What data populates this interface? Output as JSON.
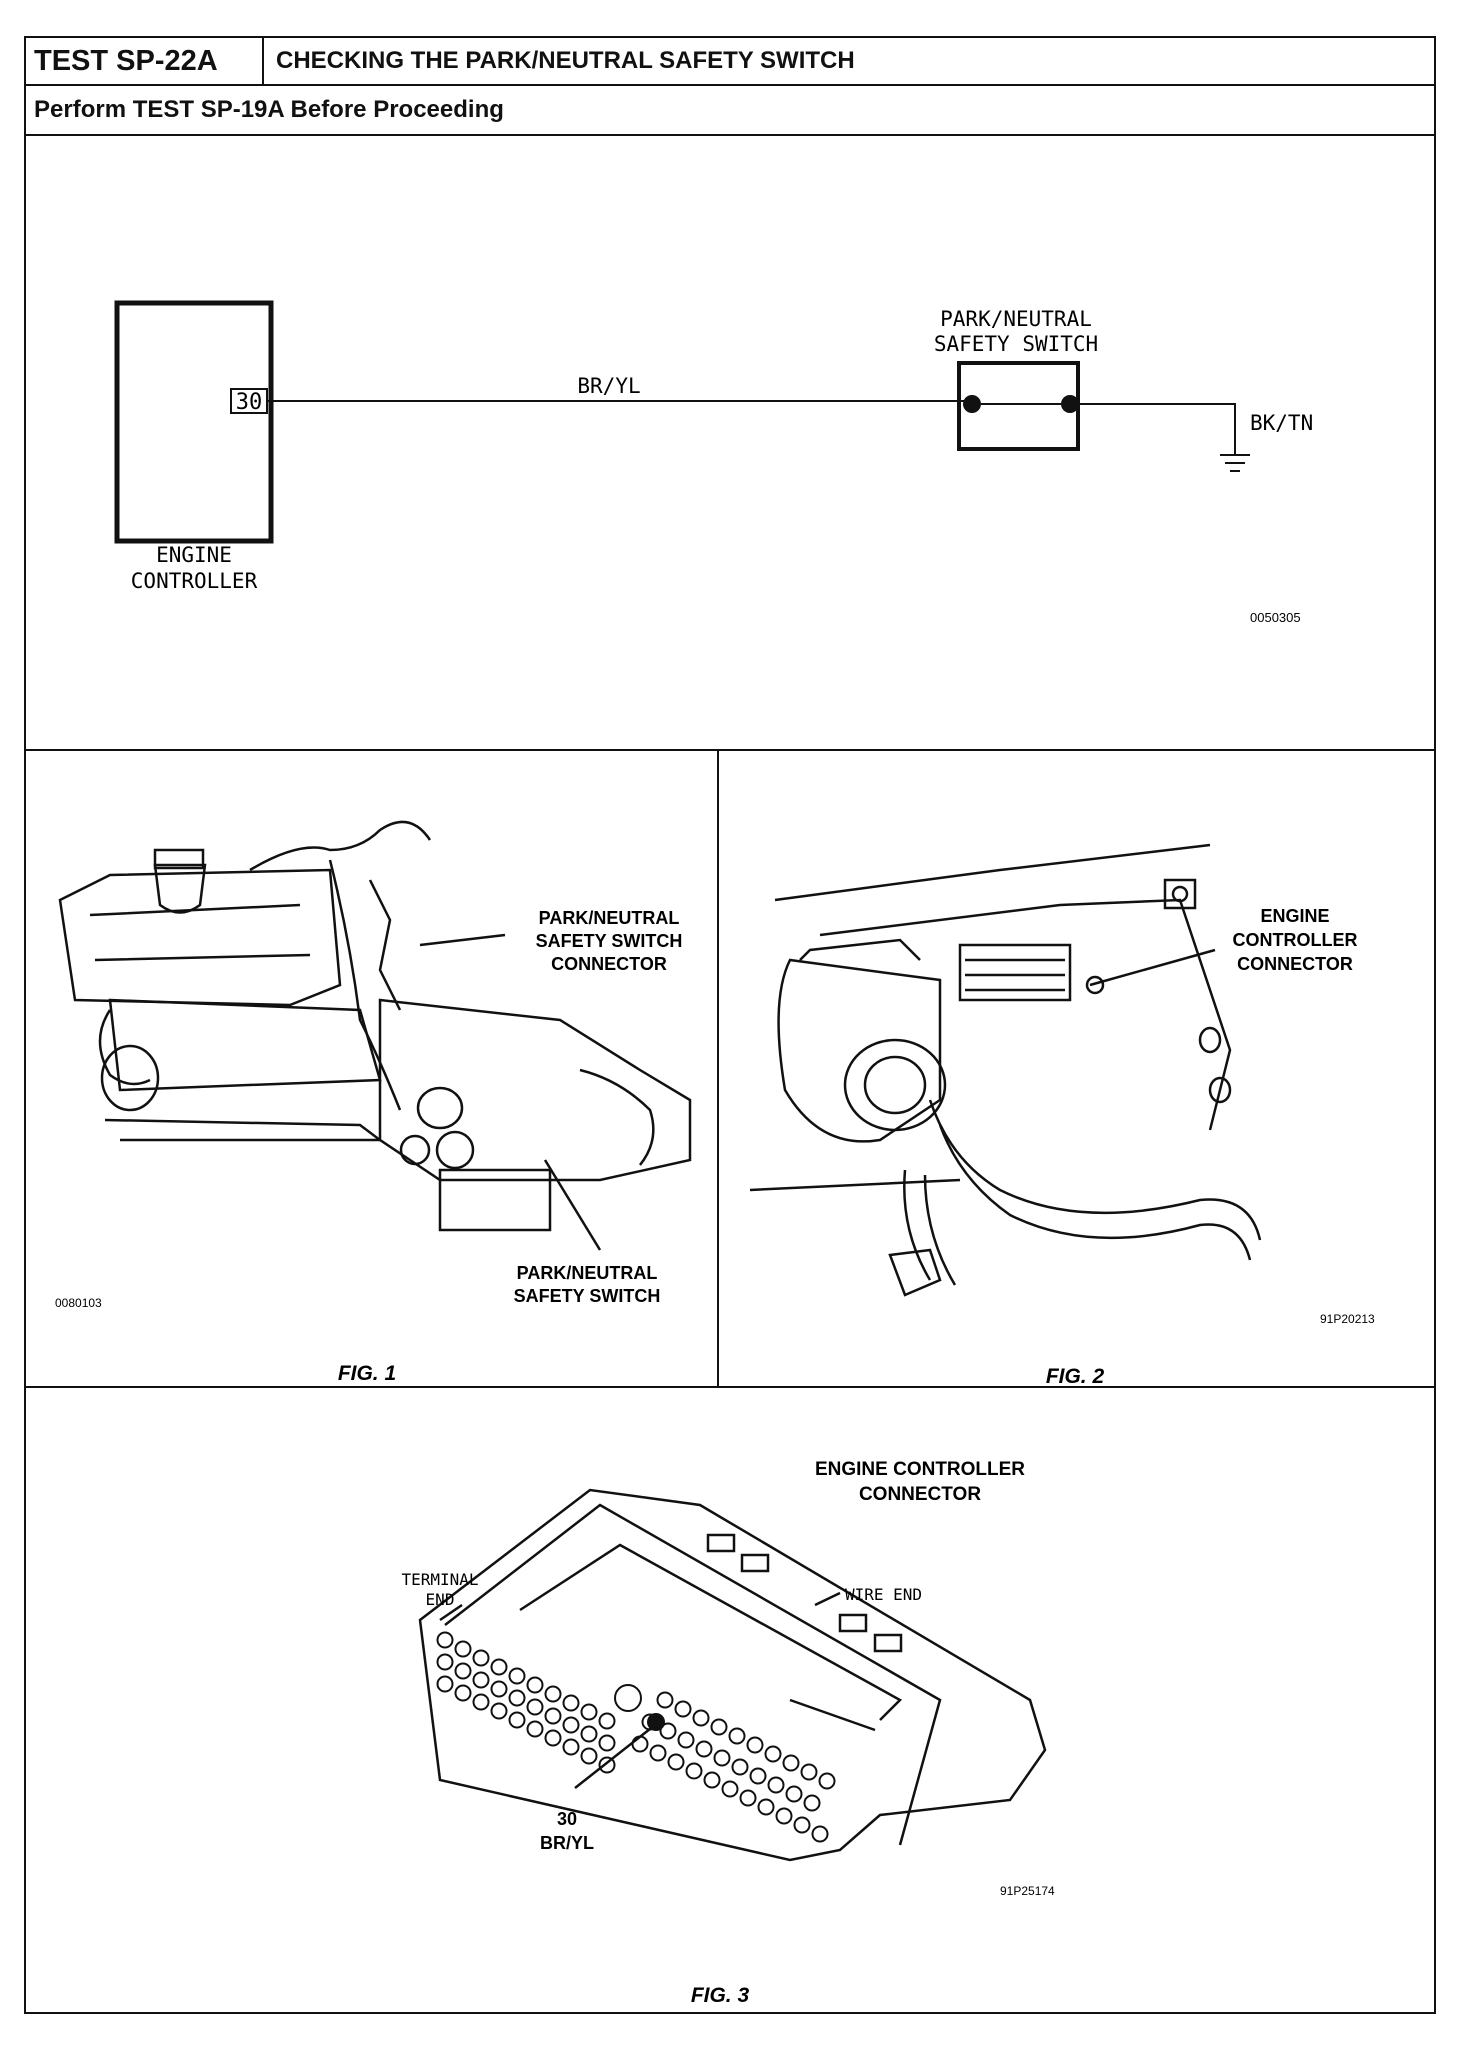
{
  "header": {
    "test_id": "TEST SP-22A",
    "title": "CHECKING THE PARK/NEUTRAL SAFETY SWITCH",
    "subtitle": "Perform TEST SP-19A Before Proceeding"
  },
  "schematic": {
    "controller_label_1": "ENGINE",
    "controller_label_2": "CONTROLLER",
    "pin": "30",
    "wire": "BR/YL",
    "switch_label_1": "PARK/NEUTRAL",
    "switch_label_2": "SAFETY SWITCH",
    "ground_wire": "BK/TN",
    "ref_code": "0050305"
  },
  "fig1": {
    "connector_label": [
      "PARK/NEUTRAL",
      "SAFETY SWITCH",
      "CONNECTOR"
    ],
    "switch_label": [
      "PARK/NEUTRAL",
      "SAFETY SWITCH"
    ],
    "ref_code": "0080103",
    "caption": "FIG. 1"
  },
  "fig2": {
    "connector_label": [
      "ENGINE",
      "CONTROLLER",
      "CONNECTOR"
    ],
    "ref_code": "91P20213",
    "caption": "FIG. 2"
  },
  "fig3": {
    "title": [
      "ENGINE CONTROLLER",
      "CONNECTOR"
    ],
    "terminal_end": [
      "TERMINAL",
      "END"
    ],
    "wire_end": "WIRE END",
    "pin_label": [
      "30",
      "BR/YL"
    ],
    "ref_code": "91P25174",
    "caption": "FIG. 3"
  }
}
